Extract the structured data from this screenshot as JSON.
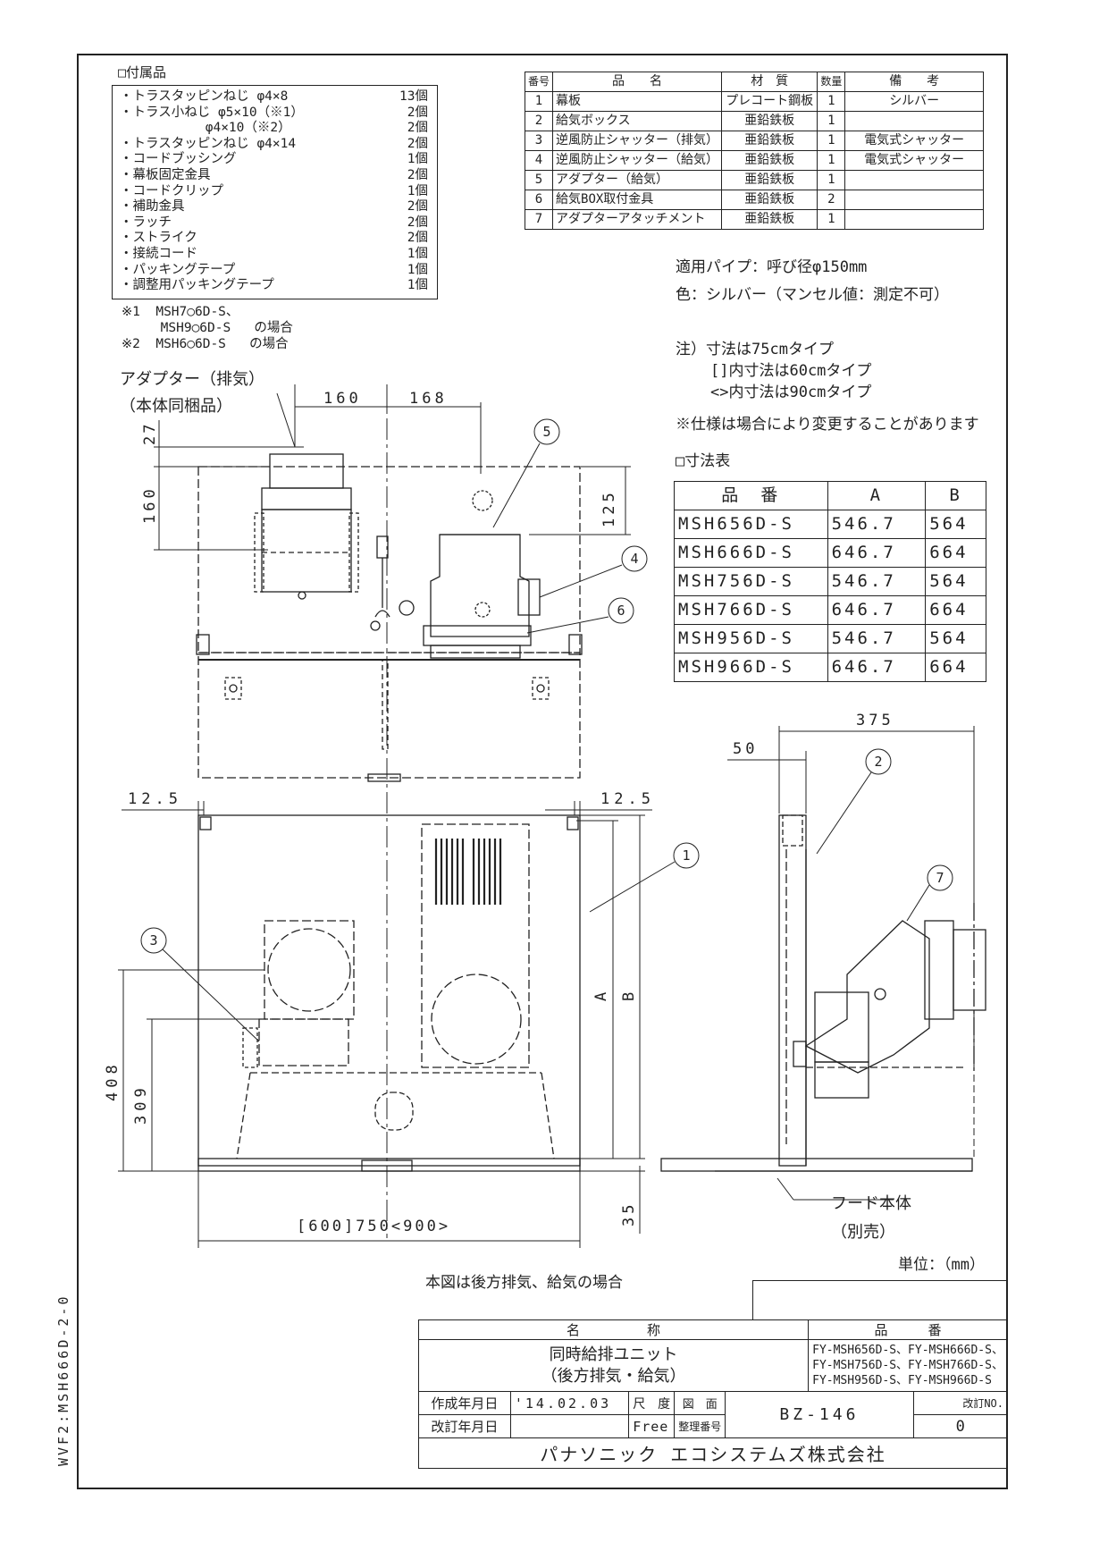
{
  "side_code": "WVF2:MSH666D-2-0",
  "accessories": {
    "title": "□付属品",
    "items": [
      {
        "name": "・トラスタッピンねじ φ4×8",
        "qty": "13個"
      },
      {
        "name": "・トラス小ねじ φ5×10（※1）",
        "qty": "2個"
      },
      {
        "name": "　　　　　　 φ4×10（※2）",
        "qty": "2個"
      },
      {
        "name": "・トラスタッピンねじ φ4×14",
        "qty": "2個"
      },
      {
        "name": "・コードブッシング",
        "qty": "1個"
      },
      {
        "name": "・幕板固定金具",
        "qty": "2個"
      },
      {
        "name": "・コードクリップ",
        "qty": "1個"
      },
      {
        "name": "・補助金具",
        "qty": "2個"
      },
      {
        "name": "・ラッチ",
        "qty": "2個"
      },
      {
        "name": "・ストライク",
        "qty": "2個"
      },
      {
        "name": "・接続コード",
        "qty": "1個"
      },
      {
        "name": "・パッキングテープ",
        "qty": "1個"
      },
      {
        "name": "・調整用パッキングテープ",
        "qty": "1個"
      }
    ],
    "notes": [
      "※1  MSH7○6D-S、",
      "     MSH9○6D-S   の場合",
      "※2  MSH6○6D-S   の場合"
    ]
  },
  "parts_table": {
    "headers": [
      "番号",
      "品　　名",
      "材　質",
      "数量",
      "備　　考"
    ],
    "rows": [
      [
        "1",
        "幕板",
        "プレコート鋼板",
        "1",
        "シルバー"
      ],
      [
        "2",
        "給気ボックス",
        "亜鉛鉄板",
        "1",
        ""
      ],
      [
        "3",
        "逆風防止シャッター（排気）",
        "亜鉛鉄板",
        "1",
        "電気式シャッター"
      ],
      [
        "4",
        "逆風防止シャッター（給気）",
        "亜鉛鉄板",
        "1",
        "電気式シャッター"
      ],
      [
        "5",
        "アダプター（給気）",
        "亜鉛鉄板",
        "1",
        ""
      ],
      [
        "6",
        "給気BOX取付金具",
        "亜鉛鉄板",
        "2",
        ""
      ],
      [
        "7",
        "アダプターアタッチメント",
        "亜鉛鉄板",
        "1",
        ""
      ]
    ]
  },
  "specs": {
    "pipe": "適用パイプ：呼び径φ150mm",
    "color": "色：シルバー（マンセル値：測定不可）",
    "note1": "注）寸法は75cmタイプ",
    "note2": "[]内寸法は60cmタイプ",
    "note3": "<>内寸法は90cmタイプ",
    "note4": "※仕様は場合により変更することがあります"
  },
  "dim_table": {
    "title": "□寸法表",
    "headers": [
      "品　番",
      "A",
      "B"
    ],
    "rows": [
      [
        "MSH656D-S",
        "546.7",
        "564"
      ],
      [
        "MSH666D-S",
        "646.7",
        "664"
      ],
      [
        "MSH756D-S",
        "546.7",
        "564"
      ],
      [
        "MSH766D-S",
        "646.7",
        "664"
      ],
      [
        "MSH956D-S",
        "546.7",
        "564"
      ],
      [
        "MSH966D-S",
        "646.7",
        "664"
      ]
    ]
  },
  "drawing": {
    "adapter_label": "アダプター（排気）",
    "adapter_sub": "（本体同梱品）",
    "dim_160": "160",
    "dim_168": "168",
    "dim_27": "27",
    "dim_160v": "160",
    "dim_125": "125",
    "dim_12_5_left": "12.5",
    "dim_12_5_right": "12.5",
    "dim_408": "408",
    "dim_309": "309",
    "dim_A": "A",
    "dim_B": "B",
    "dim_35": "35",
    "dim_width": "[600]750<900>",
    "dim_375": "375",
    "dim_50": "50",
    "hood_label": "フード本体",
    "hood_sub": "（別売）",
    "callouts": [
      "1",
      "2",
      "3",
      "4",
      "5",
      "6",
      "7"
    ]
  },
  "unit_label": "単位：（mm）",
  "caption": "本図は後方排気、給気の場合",
  "title_block": {
    "name_header": "名　　　　　称",
    "part_header": "品　　　番",
    "name_line1": "同時給排ユニット",
    "name_line2": "（後方排気・給気）",
    "part_lines": [
      "FY-MSH656D-S、FY-MSH666D-S、",
      "FY-MSH756D-S、FY-MSH766D-S、",
      "FY-MSH956D-S、FY-MSH966D-S"
    ],
    "created_label": "作成年月日",
    "created_value": "'14.02.03",
    "scale_label": "尺　度",
    "scale_value": "Free",
    "drawing_no_label1": "図　面",
    "drawing_no_label2": "整理番号",
    "drawing_no": "BZ-146",
    "revision_label": "改訂NO.",
    "revision_value": "0",
    "revised_label": "改訂年月日",
    "company": "パナソニック エコシステムズ株式会社"
  }
}
